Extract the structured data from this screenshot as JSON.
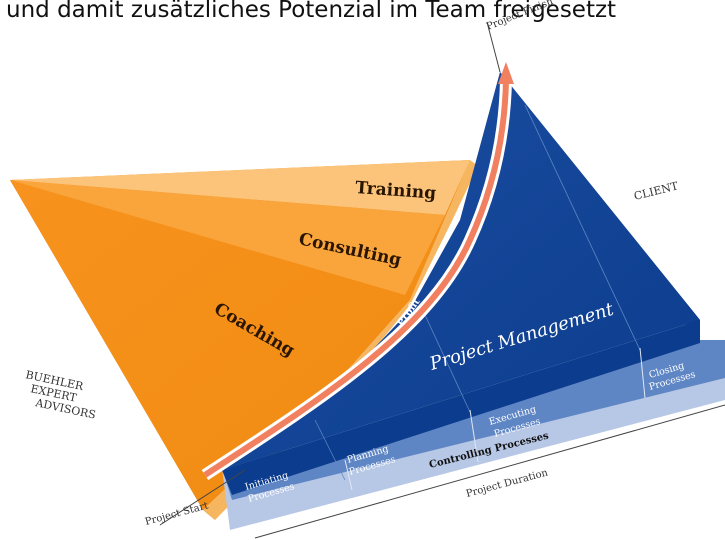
{
  "header_text": "und damit zusätzliches Potenzial im Team freigesetzt",
  "labels": {
    "project_finish": "Project Finish",
    "project_start": "Project Start",
    "project_duration": "Project Duration",
    "client": "CLIENT",
    "advisors_line1": "BUEHLER",
    "advisors_line2": "EXPERT",
    "advisors_line3": "ADVISORS",
    "training": "Training",
    "consulting": "Consulting",
    "coaching": "Coaching",
    "profit": "Profit",
    "project_management": "Project Management",
    "initiating_1": "Initiating",
    "initiating_2": "Processes",
    "planning_1": "Planning",
    "planning_2": "Processes",
    "executing_1": "Executing",
    "executing_2": "Processes",
    "closing_1": "Closing",
    "closing_2": "Processes",
    "controlling": "Controlling Processes"
  },
  "colors": {
    "orange_light": "#fbc47a",
    "orange_mid": "#f9a53c",
    "orange_dark": "#f08a10",
    "orange_side": "#f7b255",
    "blue_dark": "#0b3b8c",
    "blue_mid": "#1f56a8",
    "blue_band": "#5f86c4",
    "blue_light": "#b7c7e6",
    "arrow": "#f08060"
  }
}
